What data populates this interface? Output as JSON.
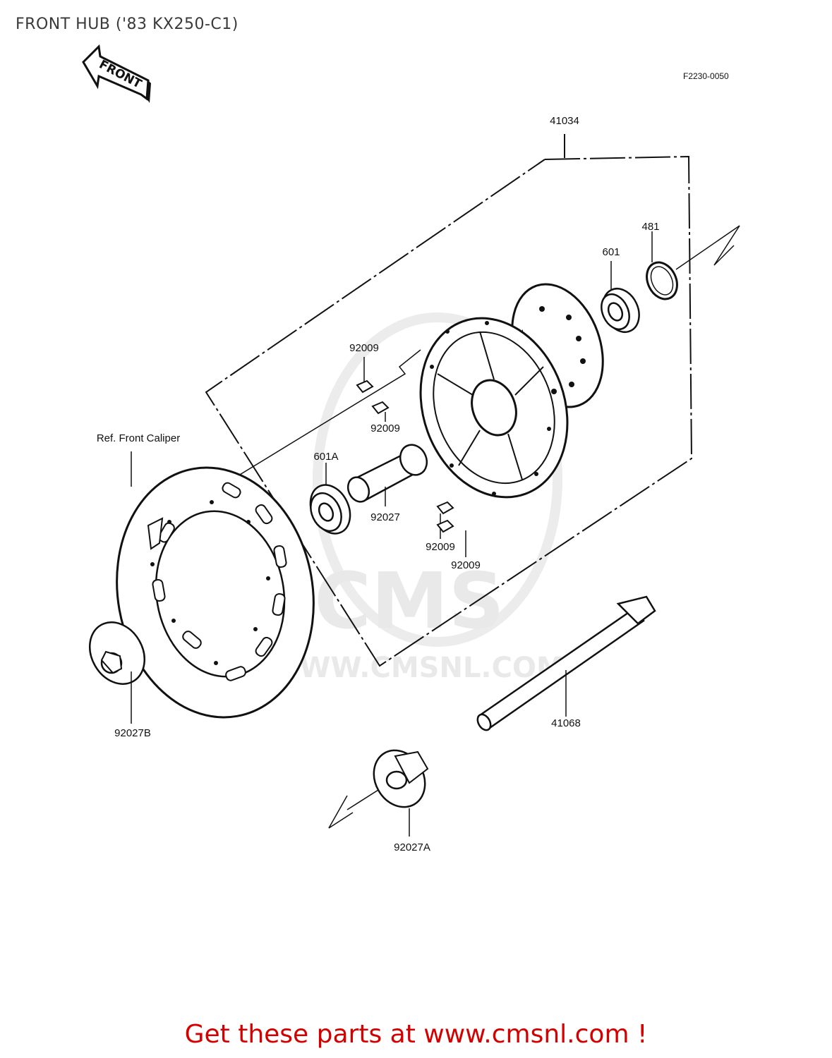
{
  "title": "FRONT HUB ('83 KX250-C1)",
  "diagram_code": "F2230-0050",
  "front_arrow_text": "FRONT",
  "reference_note": "Ref. Front Caliper",
  "parts": {
    "hub_assembly": "41034",
    "circlip": "481",
    "bearing_right": "601",
    "bearing_left": "601A",
    "spacer": "92027",
    "collar_left": "92027B",
    "collar_right": "92027A",
    "axle": "41068",
    "bolt_1": "92009",
    "bolt_2": "92009",
    "bolt_3": "92009",
    "bolt_4": "92009"
  },
  "watermark": {
    "logo_text": "CMS",
    "url_text": "WWW.CMSNL.COM"
  },
  "footer": "Get these parts at www.cmsnl.com !",
  "colors": {
    "line": "#111111",
    "footer": "#d40000",
    "watermark": "#e9e9e9"
  }
}
